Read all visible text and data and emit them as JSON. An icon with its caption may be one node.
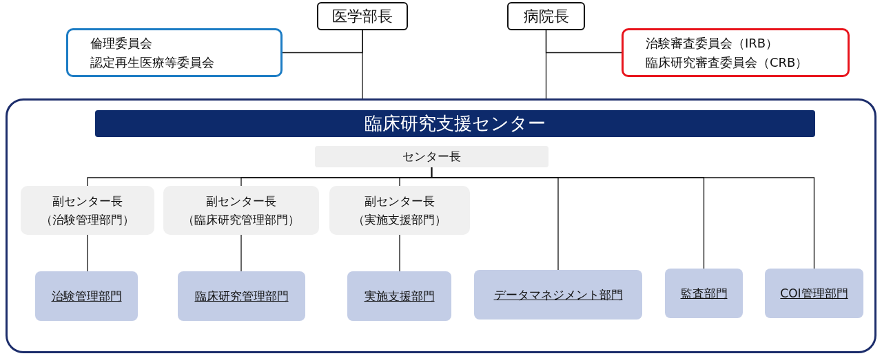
{
  "diagram": {
    "nodes": [
      {
        "text": [
          "医学部長"
        ]
      },
      {
        "text": [
          "病院長"
        ]
      },
      {
        "text": [
          "倫理委員会",
          "認定再生医療等委員会"
        ]
      },
      {
        "text": [
          "治験審査委員会（IRB）",
          "臨床研究審査委員会（CRB）"
        ]
      },
      {
        "text": [],
        "shape": "box"
      },
      {
        "text": [
          "臨床研究支援センター"
        ],
        "in": 4
      },
      {
        "text": [
          "センター長"
        ],
        "in": 4
      },
      {
        "text": [
          "副センター長",
          "（治験管理部門）"
        ],
        "in": 4
      },
      {
        "text": [
          "副センター長",
          "（臨床研究管理部門）"
        ],
        "in": 4
      },
      {
        "text": [
          "副センター長",
          "（実施支援部門）"
        ],
        "in": 4
      },
      {
        "text": [
          "治験管理部門"
        ],
        "in": 4
      },
      {
        "text": [
          "臨床研究管理部門"
        ],
        "in": 4
      },
      {
        "text": [
          "実施支援部門"
        ],
        "in": 4
      },
      {
        "text": [
          "データマネジメント部門"
        ],
        "in": 4
      },
      {
        "text": [
          "監査部門"
        ],
        "in": 4
      },
      {
        "text": [
          "COI管理部門"
        ],
        "in": 4
      }
    ],
    "edges": [
      {
        "from": 0,
        "to": 4,
        "arrow": "none"
      },
      {
        "from": 1,
        "to": 4,
        "arrow": "none"
      },
      {
        "from": 2,
        "to": 0,
        "arrow": "none"
      },
      {
        "from": 3,
        "to": 1,
        "arrow": "none"
      },
      {
        "from": 6,
        "to": 7,
        "arrow": "none"
      },
      {
        "from": 6,
        "to": 8,
        "arrow": "none"
      },
      {
        "from": 6,
        "to": 9,
        "arrow": "none"
      },
      {
        "from": 6,
        "to": 13,
        "arrow": "none"
      },
      {
        "from": 6,
        "to": 14,
        "arrow": "none"
      },
      {
        "from": 6,
        "to": 15,
        "arrow": "none"
      },
      {
        "from": 7,
        "to": 10,
        "arrow": "none"
      },
      {
        "from": 8,
        "to": 11,
        "arrow": "none"
      },
      {
        "from": 9,
        "to": 12,
        "arrow": "none"
      }
    ]
  }
}
